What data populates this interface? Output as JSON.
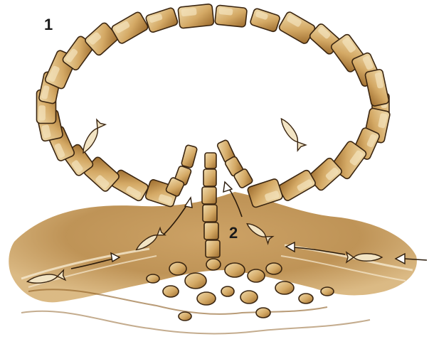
{
  "labels": {
    "one": "1",
    "two": "2"
  },
  "colors": {
    "sepia_dark": "#8a5a1e",
    "sepia_mid": "#b98a48",
    "sepia_light": "#d8b47a",
    "stone_light": "#e8cf9a",
    "outline": "#3a2510"
  },
  "icons": [
    "stone-ring",
    "fish-icon",
    "arrow-icon",
    "rock-pile",
    "riverbed"
  ]
}
